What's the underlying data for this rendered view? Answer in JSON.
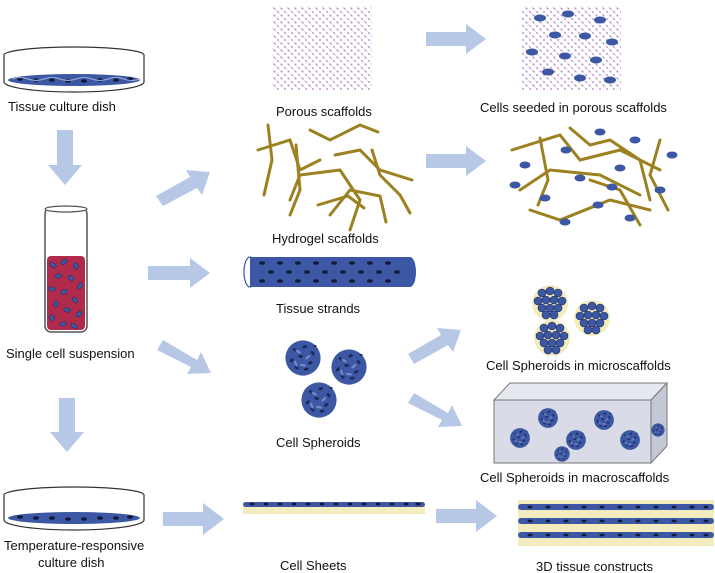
{
  "labels": {
    "dish": "Tissue  culture dish",
    "porous": "Porous scaffolds",
    "porous_seeded": "Cells seeded in porous scaffolds",
    "hydrogel": "Hydrogel scaffolds",
    "strands": "Tissue strands",
    "suspension": "Single cell suspension",
    "micro": "Cell Spheroids in microscaffolds",
    "spheroids": "Cell Spheroids",
    "macro": "Cell Spheroids in macroscaffolds",
    "temp_dish_line1": "Temperature-responsive",
    "temp_dish_line2": "culture dish",
    "sheets": "Cell Sheets",
    "constructs": "3D tissue constructs"
  },
  "colors": {
    "arrow": "#b7c8e6",
    "cell": "#3c57a3",
    "cell_dark": "#1c2a57",
    "fiber": "#9c8121",
    "medium": "#b02a4c",
    "sheet_base": "#f3ecbf",
    "spheroid_bg": "#f3ecbf",
    "macro_face": "#d9dbe6",
    "mesh": "#8d6fa4"
  }
}
